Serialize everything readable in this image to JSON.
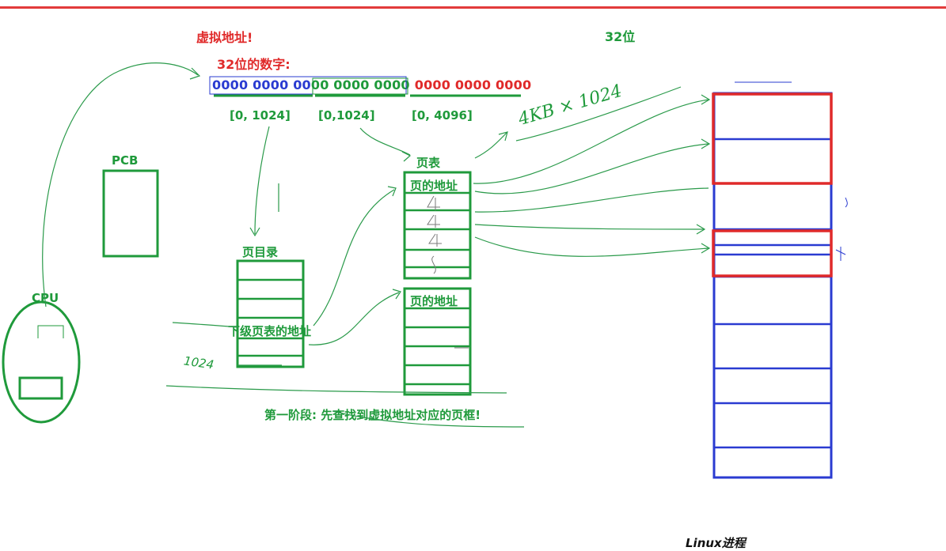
{
  "labels": {
    "virtual_address": "虚拟地址!",
    "bits32_title": "32位",
    "number_32bit": "32位的数字:",
    "range_1": "[0, 1024]",
    "range_2": "[0,1024]",
    "range_3": "[0, 4096]",
    "pcb": "PCB",
    "cpu": "CPU",
    "page_directory": "页目录",
    "page_table": "页表",
    "page_address_1": "页的地址",
    "page_address_2": "页的地址",
    "next_level_addr": "下级页表的地址",
    "stage_one": "第一阶段: 先查找到虚拟地址对应的页框!",
    "handwritten_size": "4KB × 1024",
    "handwritten_1024": "1024",
    "bottom_caption": "Linux进程"
  },
  "bits": {
    "part1": "0000 0000 00",
    "part2": "00 0000 0000",
    "part3": "0000 0000 0000"
  },
  "colors": {
    "red": "#e02a2a",
    "green": "#1f9a3b",
    "blue": "#2a3bd1"
  }
}
